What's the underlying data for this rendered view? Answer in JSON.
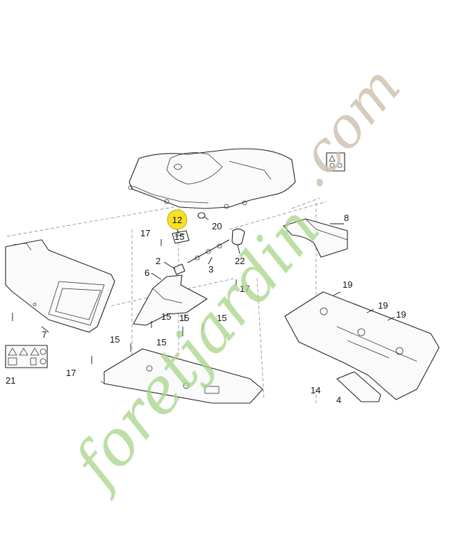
{
  "diagram": {
    "highlight_color": "#f7e02a",
    "labels": {
      "p2": "2",
      "p3": "3",
      "p4": "4",
      "p6": "6",
      "p7": "7",
      "p8": "8",
      "p12": "12",
      "p14": "14",
      "p15a": "15",
      "p15b": "15",
      "p15c": "15",
      "p15d": "15",
      "p15e": "15",
      "p15f": "15",
      "p17a": "17",
      "p17b": "17",
      "p17c": "17",
      "p19a": "19",
      "p19b": "19",
      "p19c": "19",
      "p20": "20",
      "p21": "21",
      "p22": "22"
    }
  },
  "watermark": {
    "brand": "foretjardin",
    "domain": ".com",
    "color_green": "#a8d58a",
    "color_brown": "#cfc3b2"
  }
}
